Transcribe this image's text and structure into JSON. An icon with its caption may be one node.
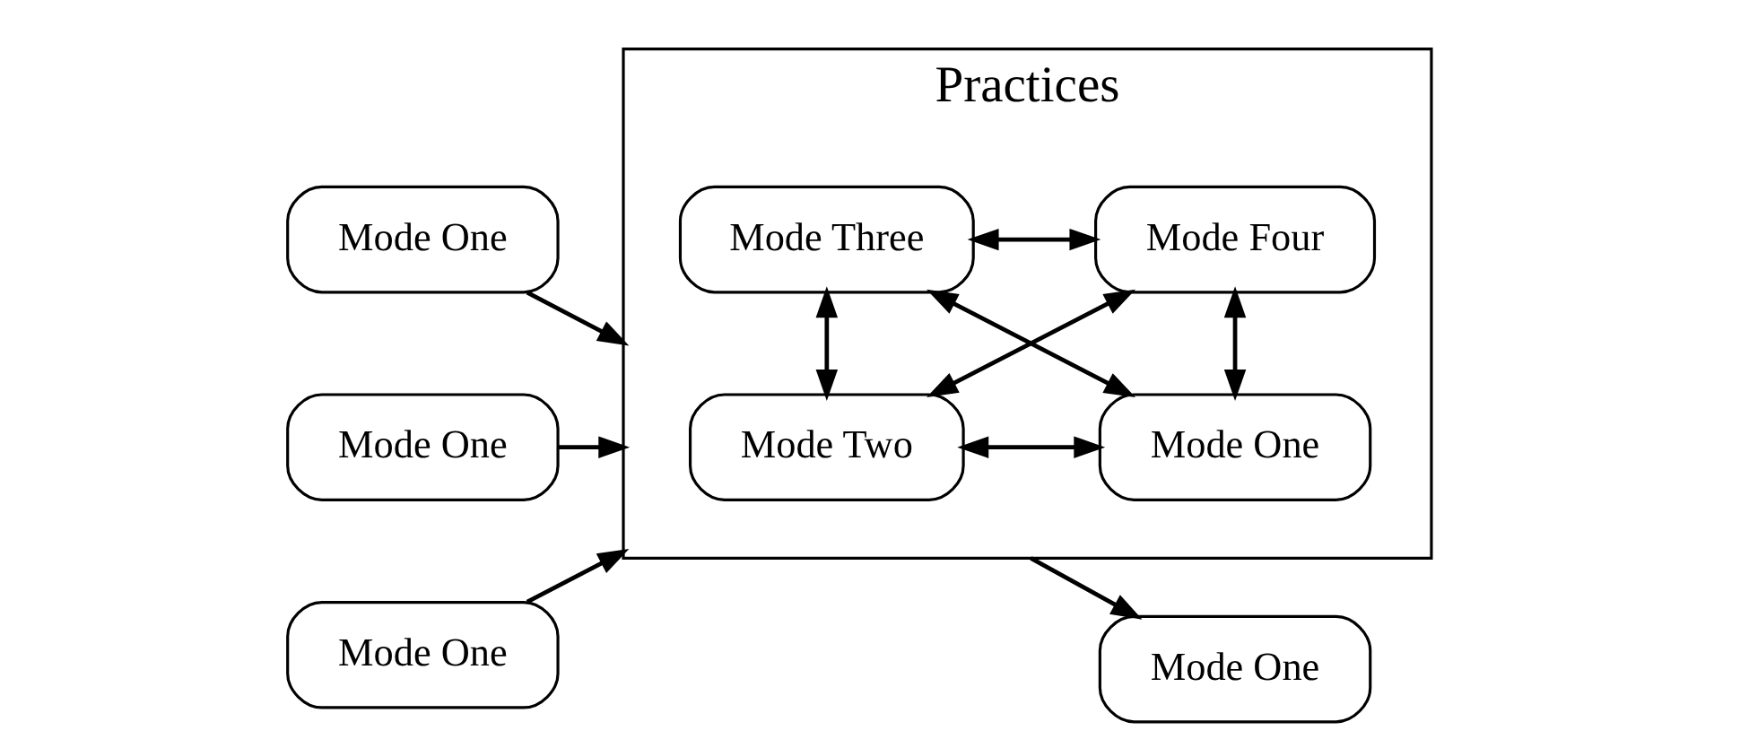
{
  "diagram": {
    "nodes": [
      {
        "text": [
          "Mode One"
        ]
      },
      {
        "text": [
          "Mode One"
        ]
      },
      {
        "text": [
          "Mode One"
        ]
      },
      {
        "text": [
          "Practices"
        ]
      },
      {
        "text": [
          "Mode Two"
        ],
        "in": 3
      },
      {
        "text": [
          "Mode One"
        ],
        "in": 3
      },
      {
        "text": [
          "Mode Three"
        ],
        "in": 3
      },
      {
        "text": [
          "Mode Four"
        ],
        "in": 3
      },
      {
        "text": [
          "Mode One"
        ]
      }
    ],
    "edges": [
      {
        "from": 0,
        "to": 3,
        "arrow": "to"
      },
      {
        "from": 1,
        "to": 3,
        "arrow": "to"
      },
      {
        "from": 2,
        "to": 3,
        "arrow": "to"
      },
      {
        "from": 4,
        "to": 5,
        "arrow": "both"
      },
      {
        "from": 4,
        "to": 6,
        "arrow": "both"
      },
      {
        "from": 5,
        "to": 7,
        "arrow": "both"
      },
      {
        "from": 4,
        "to": 7,
        "arrow": "both"
      },
      {
        "from": 5,
        "to": 6,
        "arrow": "both"
      },
      {
        "from": 6,
        "to": 7,
        "arrow": "both"
      },
      {
        "from": 3,
        "to": 8,
        "arrow": "to"
      }
    ]
  }
}
